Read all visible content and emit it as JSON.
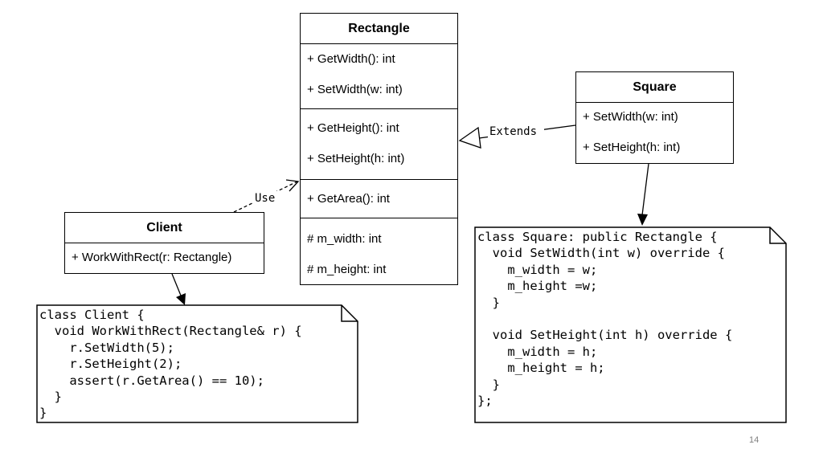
{
  "classes": {
    "rectangle": {
      "name": "Rectangle",
      "sections": [
        [
          "+ GetWidth(): int",
          "+ SetWidth(w: int)"
        ],
        [
          "+ GetHeight(): int",
          "+ SetHeight(h: int)"
        ],
        [
          "+ GetArea(): int"
        ],
        [
          "# m_width: int",
          "# m_height: int"
        ]
      ]
    },
    "square": {
      "name": "Square",
      "sections": [
        [
          "+ SetWidth(w: int)",
          "+ SetHeight(h: int)"
        ]
      ]
    },
    "client": {
      "name": "Client",
      "sections": [
        [
          "+ WorkWithRect(r: Rectangle)"
        ]
      ]
    }
  },
  "edges": {
    "extends_label": "Extends",
    "use_label": "Use"
  },
  "notes": {
    "client_code": [
      "class Client {",
      "  void WorkWithRect(Rectangle& r) {",
      "    r.SetWidth(5);",
      "    r.SetHeight(2);",
      "    assert(r.GetArea() == 10);",
      "  }",
      "}"
    ],
    "square_code": [
      "class Square: public Rectangle {",
      "  void SetWidth(int w) override {",
      "    m_width = w;",
      "    m_height =w;",
      "  }",
      "",
      "  void SetHeight(int h) override {",
      "    m_width = h;",
      "    m_height = h;",
      "  }",
      "};"
    ]
  },
  "page_number": "14"
}
